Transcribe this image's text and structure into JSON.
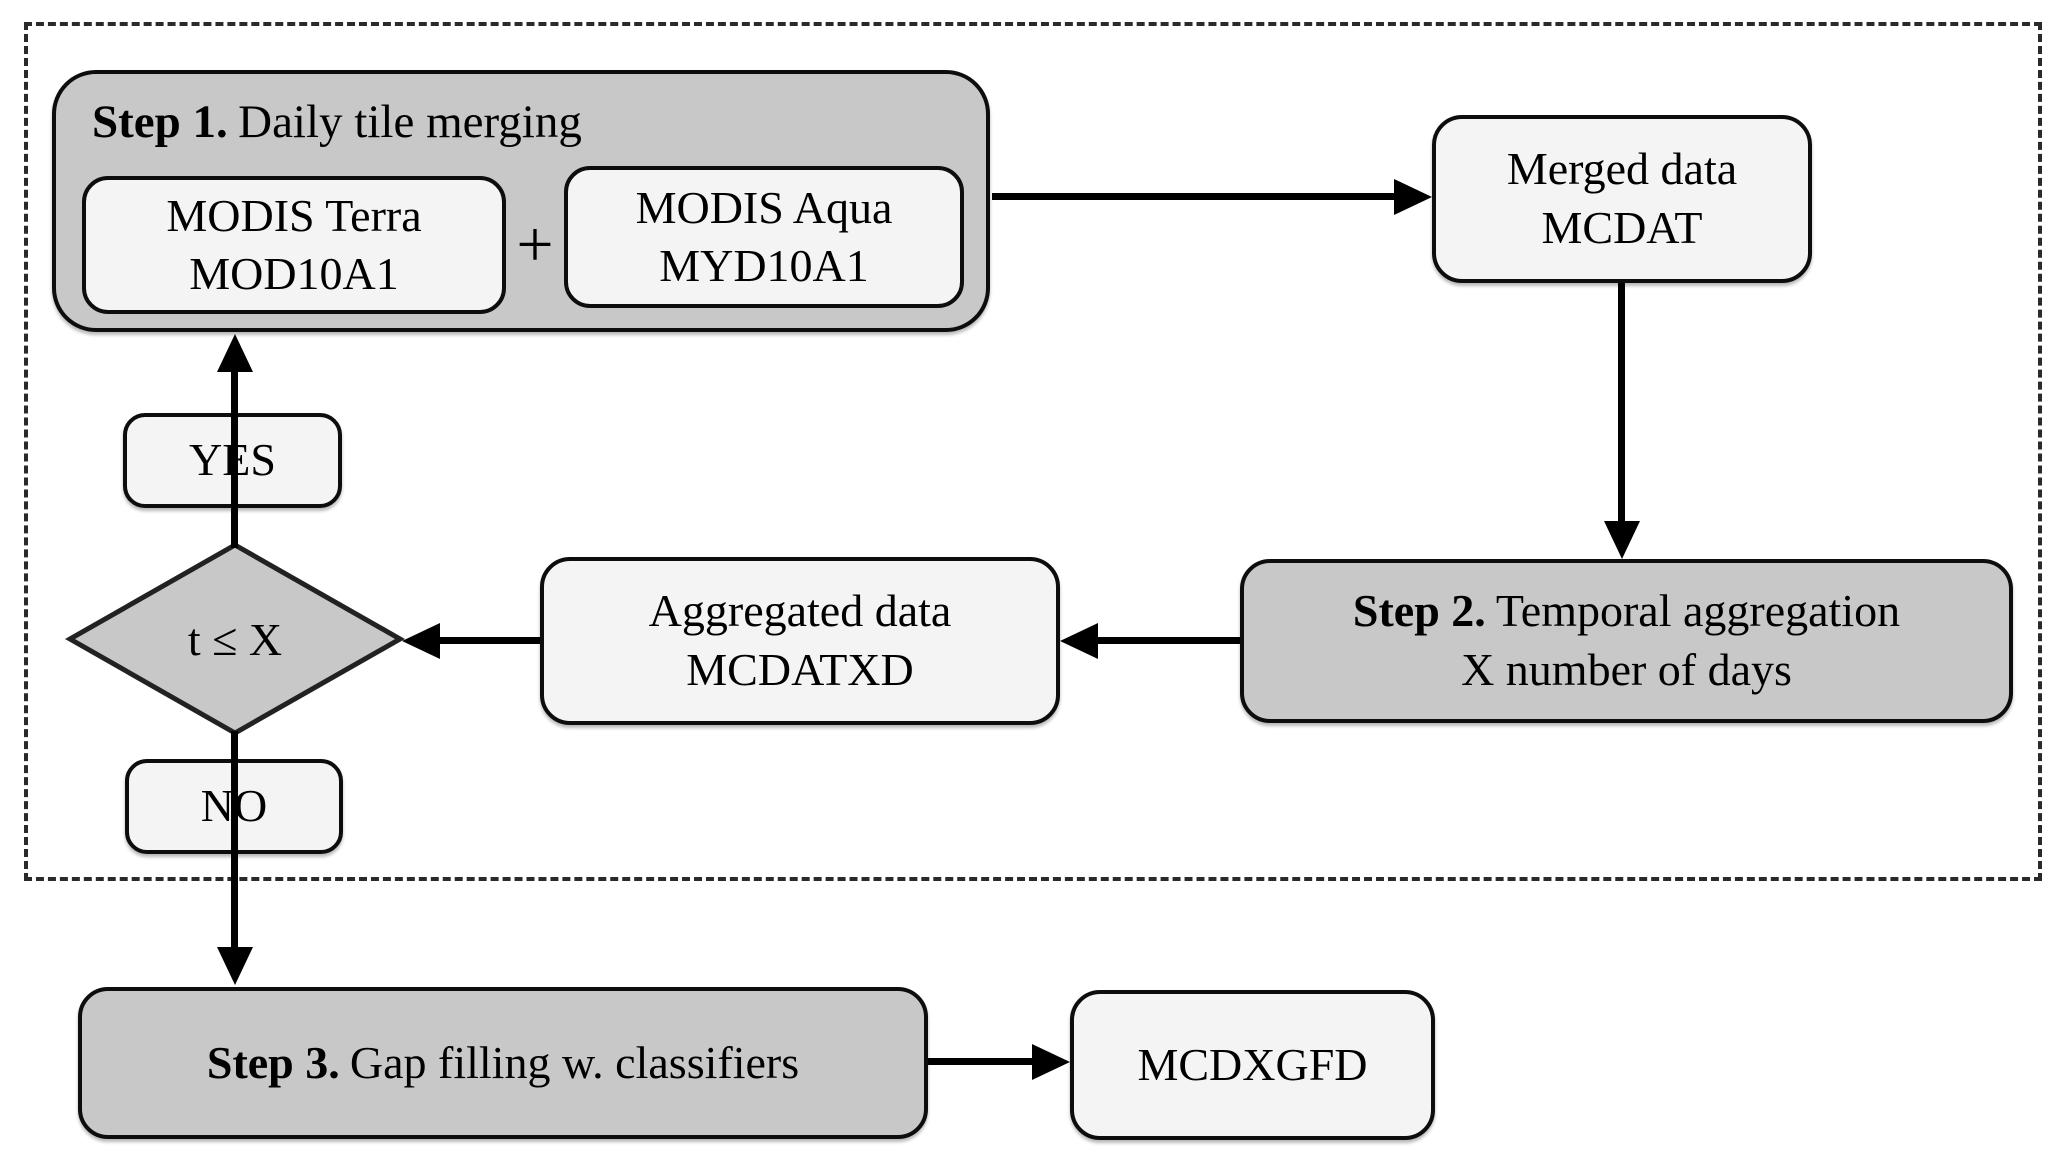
{
  "figure": {
    "nodes": {
      "step1": {
        "title_bold": "Step 1.",
        "title_rest": "Daily tile merging",
        "terra_line1": "MODIS Terra",
        "terra_line2": "MOD10A1",
        "operator": "+",
        "aqua_line1": "MODIS Aqua",
        "aqua_line2": "MYD10A1"
      },
      "merged": {
        "line1": "Merged data",
        "line2": "MCDAT"
      },
      "step2": {
        "title_bold": "Step 2.",
        "title_rest": "Temporal aggregation",
        "line2": "X number of days"
      },
      "aggregated": {
        "line1": "Aggregated data",
        "line2": "MCDATXD"
      },
      "decision": {
        "label": "t ≤ X"
      },
      "yes_label": "YES",
      "no_label": "NO",
      "step3": {
        "title_bold": "Step 3.",
        "title_rest": "Gap filling w. classifiers"
      },
      "output_label": "MCDXGFD"
    },
    "colors": {
      "node_gray": "#c8c8c8",
      "node_light": "#f4f4f4",
      "border": "#0d0d0d",
      "arrow": "#000000",
      "dashed_border": "#2a2a2a",
      "background": "#ffffff"
    }
  }
}
